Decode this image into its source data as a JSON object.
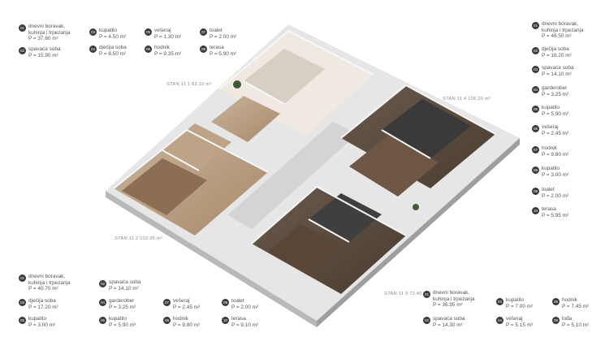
{
  "units": [
    {
      "title": "STAN 11 1",
      "area": "82.10 m²"
    },
    {
      "title": "STAN 11 4",
      "area": "106.20 m²"
    },
    {
      "title": "STAN 11 2",
      "area": "102.95 m²"
    },
    {
      "title": "STAN 11 3",
      "area": "73.40 m2"
    }
  ],
  "legend_top_left": [
    {
      "num": "01",
      "lines": [
        "dnevni boravak,",
        "kuhinja i trpezarija",
        "P = 37.60 m²"
      ]
    },
    {
      "num": "02",
      "lines": [
        "spavaća soba",
        "P = 15.90 m²"
      ]
    },
    {
      "num": "03",
      "lines": [
        "kupatilo",
        "P = 4.50 m²"
      ]
    },
    {
      "num": "04",
      "lines": [
        "dječija soba",
        "P = 8.50 m²"
      ]
    },
    {
      "num": "05",
      "lines": [
        "vešeraj",
        "P = 1.30 m²"
      ]
    },
    {
      "num": "06",
      "lines": [
        "hodnik",
        "P = 9.35 m²"
      ]
    },
    {
      "num": "07",
      "lines": [
        "toalet",
        "P = 2.00 m²"
      ]
    },
    {
      "num": "08",
      "lines": [
        "terasa",
        "P = 5.90 m²"
      ]
    }
  ],
  "legend_right": [
    {
      "num": "01",
      "lines": [
        "dnevni boravak,",
        "kuhinja i trpezarija",
        "P = 46.50 m²"
      ]
    },
    {
      "num": "02",
      "lines": [
        "dječija soba",
        "P = 16.20 m²"
      ]
    },
    {
      "num": "03",
      "lines": [
        "spavaća soba",
        "P = 14.10 m²"
      ]
    },
    {
      "num": "04",
      "lines": [
        "garderober",
        "P = 3.25 m²"
      ]
    },
    {
      "num": "05",
      "lines": [
        "kupatilo",
        "P = 5.90 m²"
      ]
    },
    {
      "num": "06",
      "lines": [
        "vešeraj",
        "P = 2.45 m²"
      ]
    },
    {
      "num": "07",
      "lines": [
        "hodnik",
        "P = 9.80 m²"
      ]
    },
    {
      "num": "08",
      "lines": [
        "kupatilo",
        "P = 3.00 m²"
      ]
    },
    {
      "num": "09",
      "lines": [
        "toalet",
        "P = 2.00 m²"
      ]
    },
    {
      "num": "10",
      "lines": [
        "terasa",
        "P = 5.95 m²"
      ]
    }
  ],
  "legend_bottom_left": [
    {
      "num": "01",
      "lines": [
        "dnevni boravak,",
        "kuhinja i trpezarija",
        "P = 40.70 m²"
      ]
    },
    {
      "num": "02",
      "lines": [
        "spavaća soba",
        "P = 14.10 m²"
      ]
    },
    {
      "num": "03",
      "lines": [
        "dječija soba",
        "P = 17.20 m²"
      ]
    },
    {
      "num": "04",
      "lines": [
        "garderober",
        "P = 3.25 m²"
      ]
    },
    {
      "num": "05",
      "lines": [
        "kupatilo",
        "P = 3.00 m²"
      ]
    },
    {
      "num": "06",
      "lines": [
        "kupatilo",
        "P = 5.90 m²"
      ]
    },
    {
      "num": "07",
      "lines": [
        "vešeraj",
        "P = 2.45 m²"
      ]
    },
    {
      "num": "08",
      "lines": [
        "hodnik",
        "P = 9.80 m²"
      ]
    },
    {
      "num": "09",
      "lines": [
        "toalet",
        "P = 2.00 m²"
      ]
    },
    {
      "num": "10",
      "lines": [
        "terasa",
        "P = 9.10 m²"
      ]
    }
  ],
  "legend_bottom_right": [
    {
      "num": "01",
      "lines": [
        "dnevni boravak,",
        "kuhinja i trpezarija",
        "P = 36.95 m²"
      ]
    },
    {
      "num": "02",
      "lines": [
        "spavaća soba",
        "P = 14.30 m²"
      ]
    },
    {
      "num": "03",
      "lines": [
        "kupatilo",
        "P = 7.00 m²"
      ]
    },
    {
      "num": "04",
      "lines": [
        "vešeraj",
        "P = 5.15 m²"
      ]
    },
    {
      "num": "05",
      "lines": [
        "hodnik",
        "P = 7.45 m²"
      ]
    },
    {
      "num": "06",
      "lines": [
        "lođa",
        "P = 5.10 m²"
      ]
    }
  ]
}
